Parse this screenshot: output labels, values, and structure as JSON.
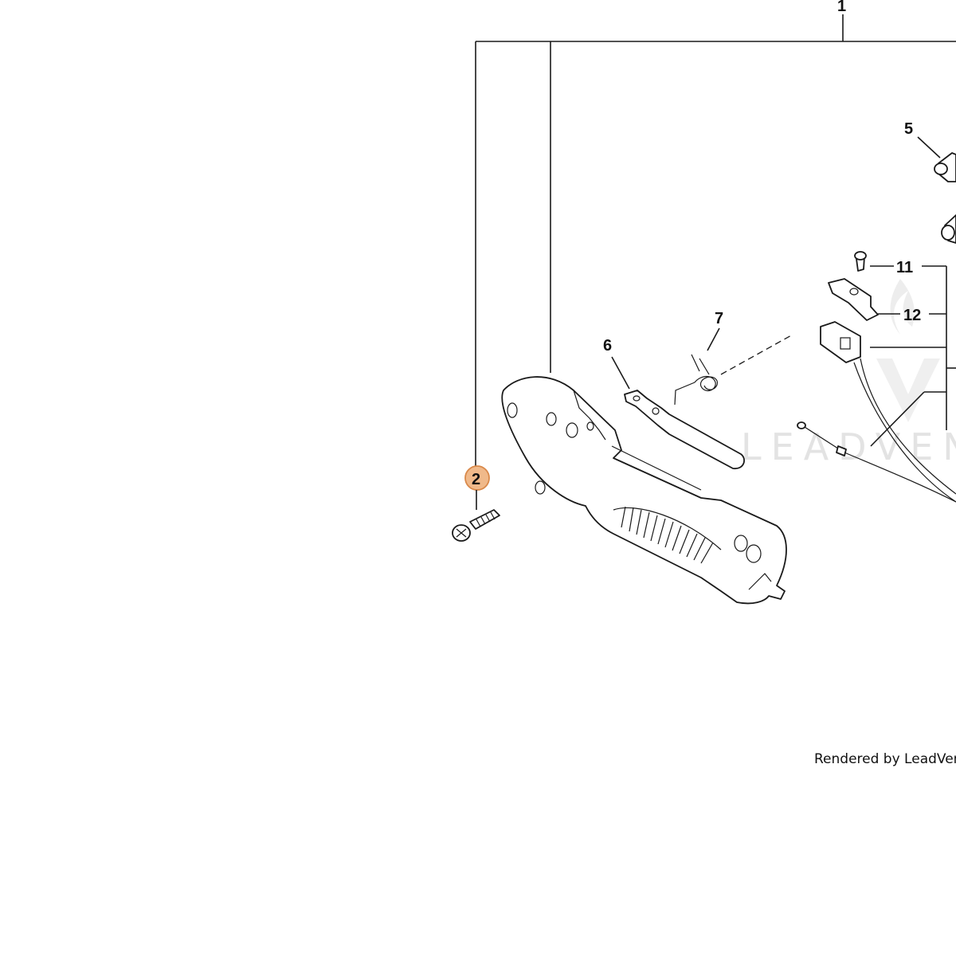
{
  "diagram": {
    "callouts": [
      {
        "id": "1",
        "label": "1"
      },
      {
        "id": "2",
        "label": "2",
        "highlighted": true
      },
      {
        "id": "5",
        "label": "5"
      },
      {
        "id": "6",
        "label": "6"
      },
      {
        "id": "7",
        "label": "7"
      },
      {
        "id": "11",
        "label": "11"
      },
      {
        "id": "12",
        "label": "12"
      }
    ],
    "highlight_color": "#f0b98a",
    "highlight_border": "#d9894a",
    "footer": "Rendered by LeadVent",
    "watermark": "LEADVENT"
  }
}
